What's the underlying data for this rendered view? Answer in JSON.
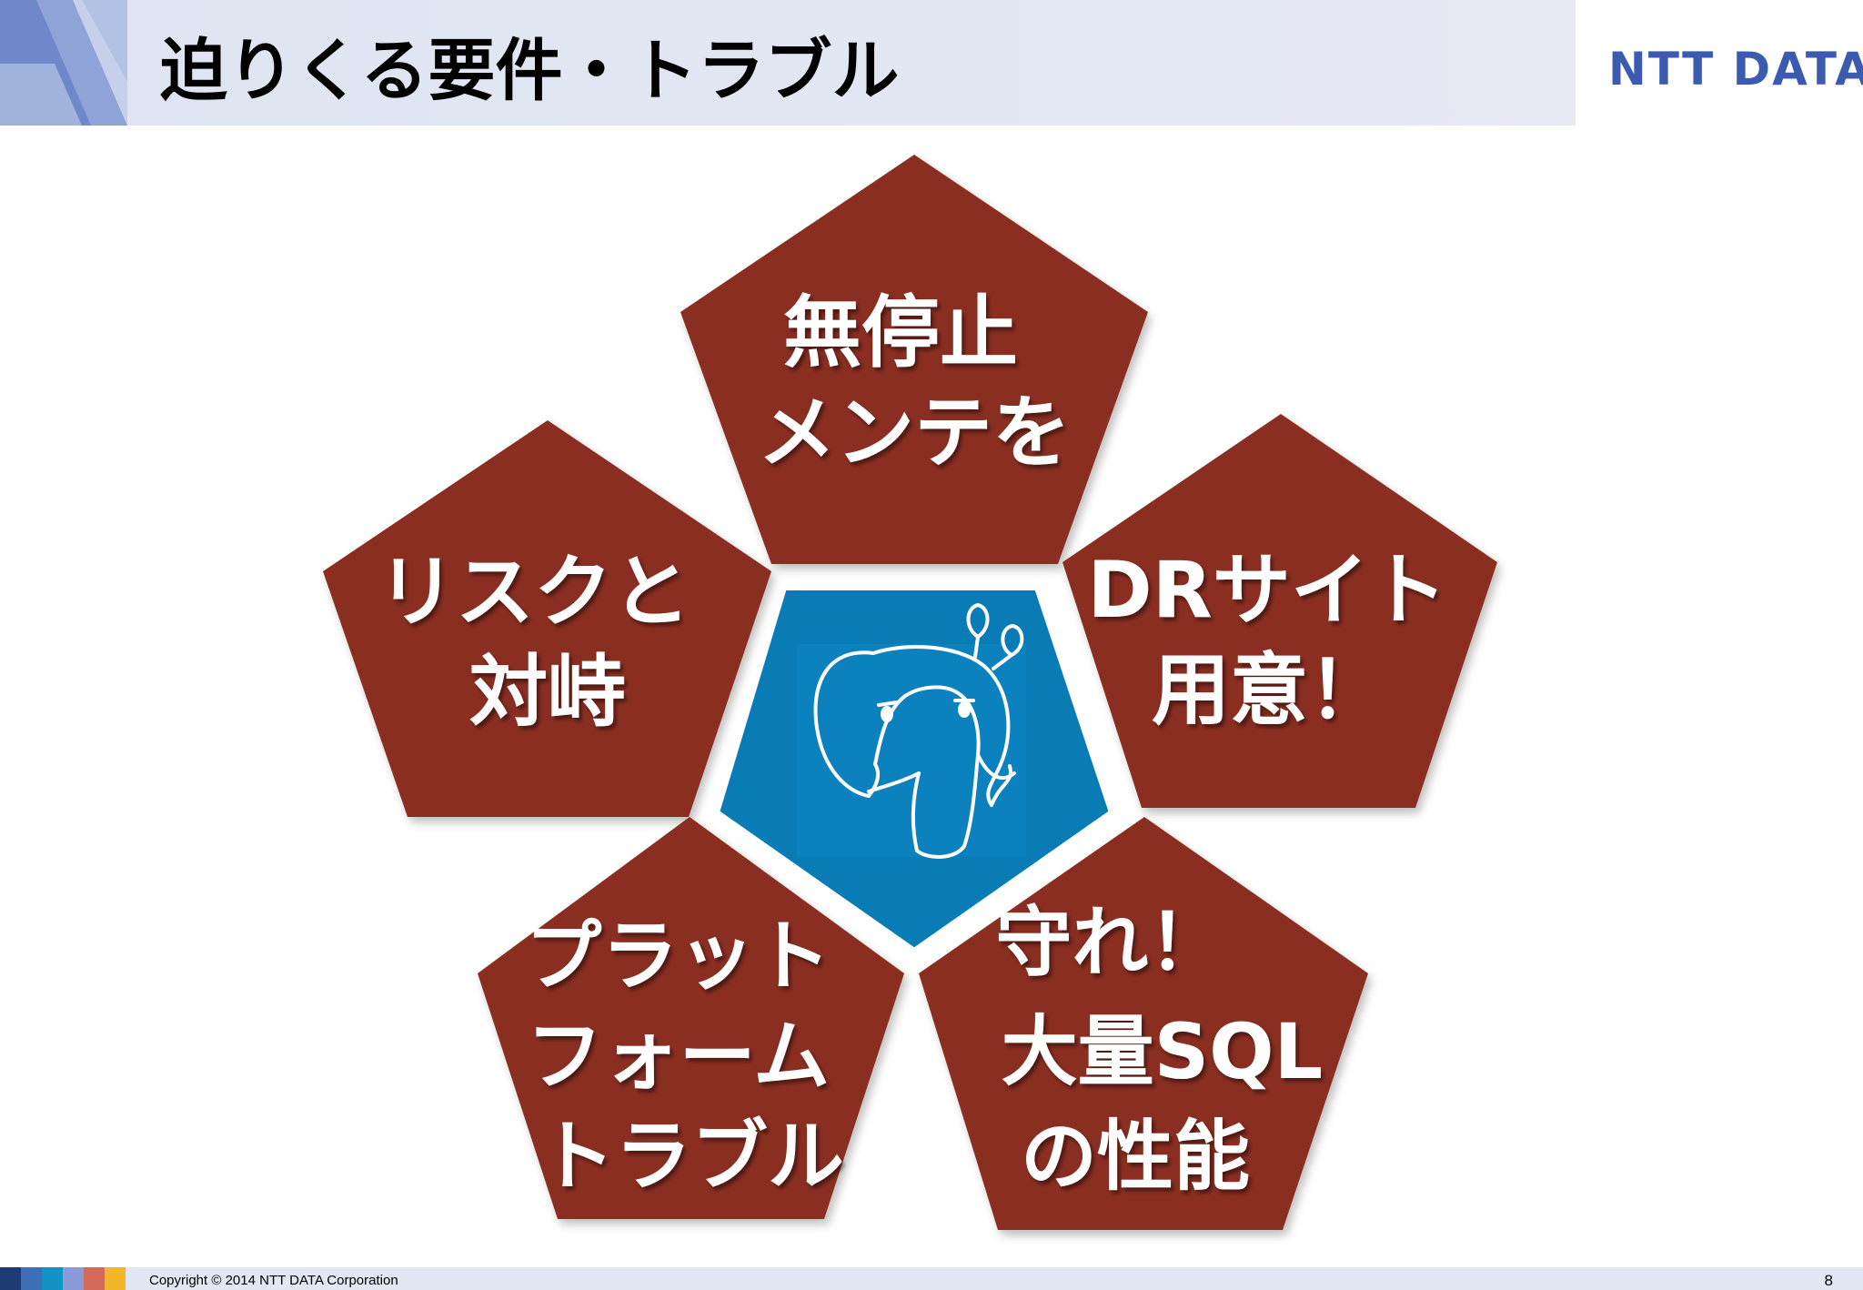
{
  "slide": {
    "title": "迫りくる要件・トラブル",
    "brand": "NTT DATA",
    "copyright": "Copyright © 2014 NTT DATA Corporation",
    "page_number": "8"
  },
  "pentagons": {
    "top": [
      "無停止",
      "メンテを"
    ],
    "left": [
      "リスクと",
      "対峙"
    ],
    "right": [
      "DRサイト",
      "用意！"
    ],
    "bottom_left": [
      "プラット",
      "フォーム",
      "トラブル"
    ],
    "bottom_right": [
      "守れ！",
      "大量SQL",
      "の性能"
    ]
  },
  "center": {
    "icon": "postgresql-elephant-icon"
  },
  "colors": {
    "pentagon": "#8b2f21",
    "center": "#0a7cb5",
    "header_band": "#e3e7f3",
    "brand": "#3c5bb0",
    "text": "#000000"
  },
  "footer": {
    "color_bar": [
      "#1f3b75",
      "#3c6fb5",
      "#1393c4",
      "#8a9ad6",
      "#d26a57",
      "#f0b829"
    ]
  }
}
